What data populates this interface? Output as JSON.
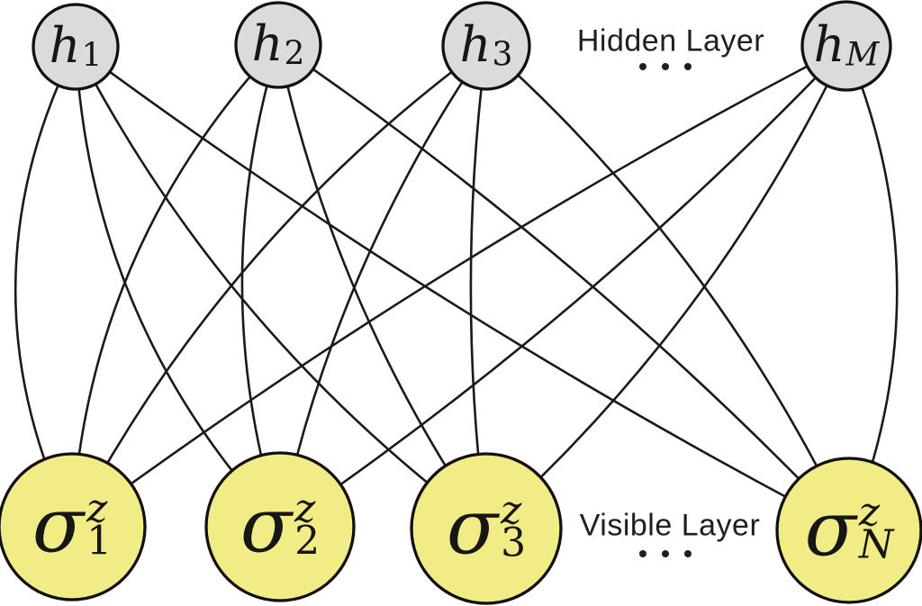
{
  "figure": {
    "background": "#ffffff",
    "hidden_layer": {
      "caption": "Hidden Layer",
      "nodes": [
        {
          "id": "h1",
          "base": "h",
          "sub": "1"
        },
        {
          "id": "h2",
          "base": "h",
          "sub": "2"
        },
        {
          "id": "h3",
          "base": "h",
          "sub": "3"
        },
        {
          "id": "hM",
          "base": "h",
          "sub": "M"
        }
      ]
    },
    "visible_layer": {
      "caption": "Visible Layer",
      "nodes": [
        {
          "id": "s1",
          "base": "σ",
          "sup": "z",
          "sub": "1"
        },
        {
          "id": "s2",
          "base": "σ",
          "sup": "z",
          "sub": "2"
        },
        {
          "id": "s3",
          "base": "σ",
          "sup": "z",
          "sub": "3"
        },
        {
          "id": "sN",
          "base": "σ",
          "sup": "z",
          "sub": "N"
        }
      ]
    },
    "connectivity": "fully-connected bipartite: every hidden node links to every visible node",
    "colors": {
      "hidden_fill": "#dbdbdb",
      "visible_fill": "#f1ec86",
      "node_outline": "#111111",
      "edge": "#1a1a1a",
      "text": "#1f1f1f"
    }
  }
}
